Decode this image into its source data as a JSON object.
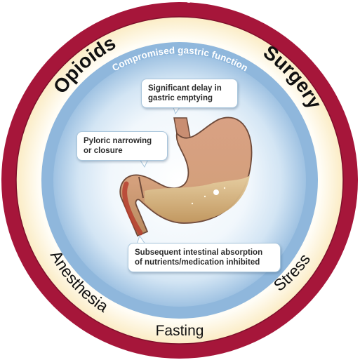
{
  "ring": {
    "title": "Contributing factors",
    "factors": {
      "opioids": "Opioids",
      "surgery": "Surgery",
      "anesthesia": "Anesthesia",
      "fasting": "Fasting",
      "stress": "Stress"
    }
  },
  "inner": {
    "title": "Compromised gastric function"
  },
  "callouts": {
    "delay": {
      "line1": "Significant delay in",
      "line2": "gastric emptying"
    },
    "pyloric": {
      "line1": "Pyloric narrowing",
      "line2": "or closure"
    },
    "absorption": {
      "line1": "Subsequent intestinal absorption",
      "line2": "of nutrients/medication inhibited"
    }
  },
  "colors": {
    "ring": "#a6163a",
    "ring_fill": "#fdf1d2",
    "inner_band": "#8fb7dc",
    "inner_fill": "#eef5fb",
    "stomach": "#c9906a"
  }
}
